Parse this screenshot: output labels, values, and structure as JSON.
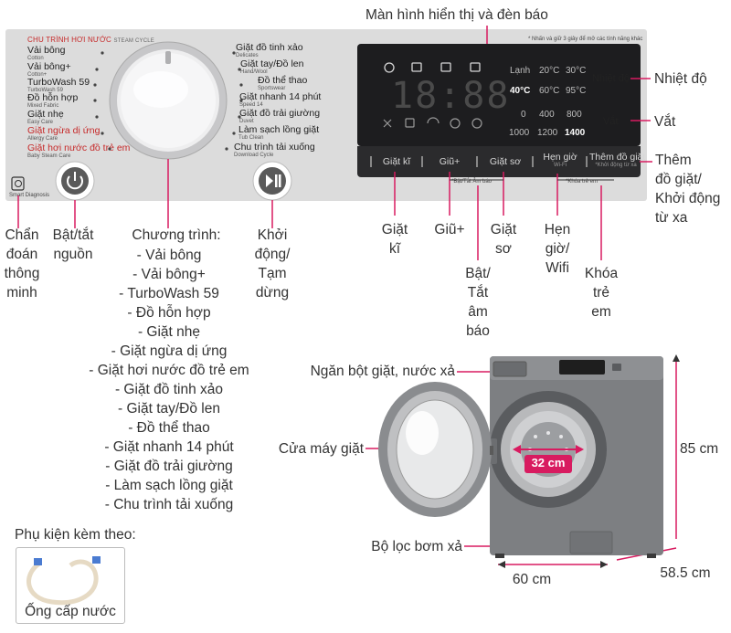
{
  "panel": {
    "program_heading": "CHU TRÌNH HƠI NƯỚC",
    "program_heading_en": "STEAM CYCLE",
    "left_programs": [
      {
        "label": "Vải bông",
        "sub": "Cotton"
      },
      {
        "label": "Vải bông+",
        "sub": "Cotton+"
      },
      {
        "label": "TurboWash 59",
        "sub": "TurboWash 59"
      },
      {
        "label": "Đồ hỗn hợp",
        "sub": "Mixed Fabric"
      },
      {
        "label": "Giặt nhẹ",
        "sub": "Easy Care"
      },
      {
        "label": "Giặt ngừa dị ứng",
        "sub": "Allergy Care"
      },
      {
        "label": "Giặt hơi nước đồ trẻ em",
        "sub": "Baby Steam Care"
      }
    ],
    "right_programs": [
      {
        "label": "Giặt đồ tinh xảo",
        "sub": "Delicates"
      },
      {
        "label": "Giặt tay/Đồ len",
        "sub": "Hand/Wool"
      },
      {
        "label": "Đồ thể thao",
        "sub": "Sportswear"
      },
      {
        "label": "Giặt nhanh 14 phút",
        "sub": "Speed 14"
      },
      {
        "label": "Giặt đồ trải giường",
        "sub": "Duvet"
      },
      {
        "label": "Làm sạch lồng giặt",
        "sub": "Tub Clean"
      },
      {
        "label": "Chu trình tải xuống",
        "sub": "Download Cycle"
      }
    ],
    "smart_diagnosis": "Smart Diagnosis",
    "display_note": "* Nhấn và giữ 3 giây để mở các tính năng khác",
    "temps": {
      "row1": [
        "Lạnh",
        "20°C",
        "30°C"
      ],
      "row2": [
        "40°C",
        "60°C",
        "95°C"
      ]
    },
    "spins": {
      "row1": [
        "0",
        "400",
        "800"
      ],
      "row2": [
        "1000",
        "1200",
        "1400"
      ]
    },
    "digits": "18:88",
    "buttons": [
      {
        "label": "Giặt kĩ",
        "sub": ""
      },
      {
        "label": "Giũ+",
        "sub": ""
      },
      {
        "label": "Giặt sơ",
        "sub": ""
      },
      {
        "label": "Hẹn giờ",
        "sub": "Wi-Fi"
      },
      {
        "label": "Thêm đồ giặt",
        "sub": "*Khởi động từ xa"
      }
    ],
    "side_labels": {
      "temp": "Nhiệt độ",
      "spin": "Vắt"
    },
    "beep_hint": "*Bật/Tắt Âm báo",
    "lock_hint": "*Khóa trẻ em"
  },
  "callouts": {
    "display_title": "Màn hình hiển thị và đèn báo",
    "temp": "Nhiệt độ",
    "spin": "Vắt",
    "add_wash": "Thêm\nđồ giặt/\nKhởi động\ntừ xa",
    "diagnosis": "Chẩn\nđoán\nthông\nminh",
    "power": "Bật/tắt\nnguồn",
    "programs_title": "Chương trình:",
    "programs_list": [
      "- Vải bông",
      "- Vải bông+",
      "- TurboWash 59",
      "- Đồ hỗn hợp",
      "- Giặt nhẹ",
      "- Giặt ngừa dị ứng",
      "- Giặt hơi nước đồ trẻ em",
      "- Giặt đồ tinh xảo",
      "- Giặt tay/Đồ len",
      "- Đồ thể thao",
      "- Giặt nhanh 14 phút",
      "- Giặt đồ trải giường",
      "- Làm sạch lồng giặt",
      "- Chu trình tải xuống"
    ],
    "start_pause": "Khởi\nđộng/\nTạm\ndừng",
    "intensive": "Giặt\nkĩ",
    "rinse": "Giũ+",
    "prewash": "Giặt\nsơ",
    "timer": "Hẹn\ngiờ/\nWifi",
    "beep": "Bật/\nTắt\nâm\nbáo",
    "child_lock": "Khóa\ntrẻ\nem",
    "detergent": "Ngăn bột giặt, nước xả",
    "door": "Cửa máy giặt",
    "filter": "Bộ lọc bơm xả",
    "height": "85 cm",
    "width": "60 cm",
    "depth": "58.5 cm",
    "drum": "32 cm",
    "accessory_title": "Phụ kiện kèm theo:",
    "accessory": "Ống cấp nước"
  },
  "colors": {
    "accent": "#d81b60",
    "panel": "#dcdcdc",
    "display": "#1d1d1f",
    "body": "#7d7f82"
  }
}
